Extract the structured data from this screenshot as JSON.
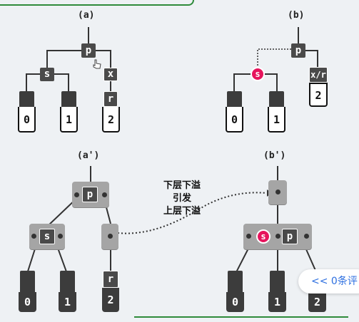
{
  "labels": {
    "a": "(a)",
    "b": "(b)",
    "a2": "(a')",
    "b2": "(b')"
  },
  "nodes": {
    "p": "p",
    "s": "s",
    "x": "x",
    "r": "r",
    "xr": "x/r",
    "two": "2"
  },
  "keys": [
    "0",
    "1",
    "2"
  ],
  "caption": [
    "下层下溢",
    "引发",
    "上层下溢"
  ],
  "comment": "<< 0条评"
}
